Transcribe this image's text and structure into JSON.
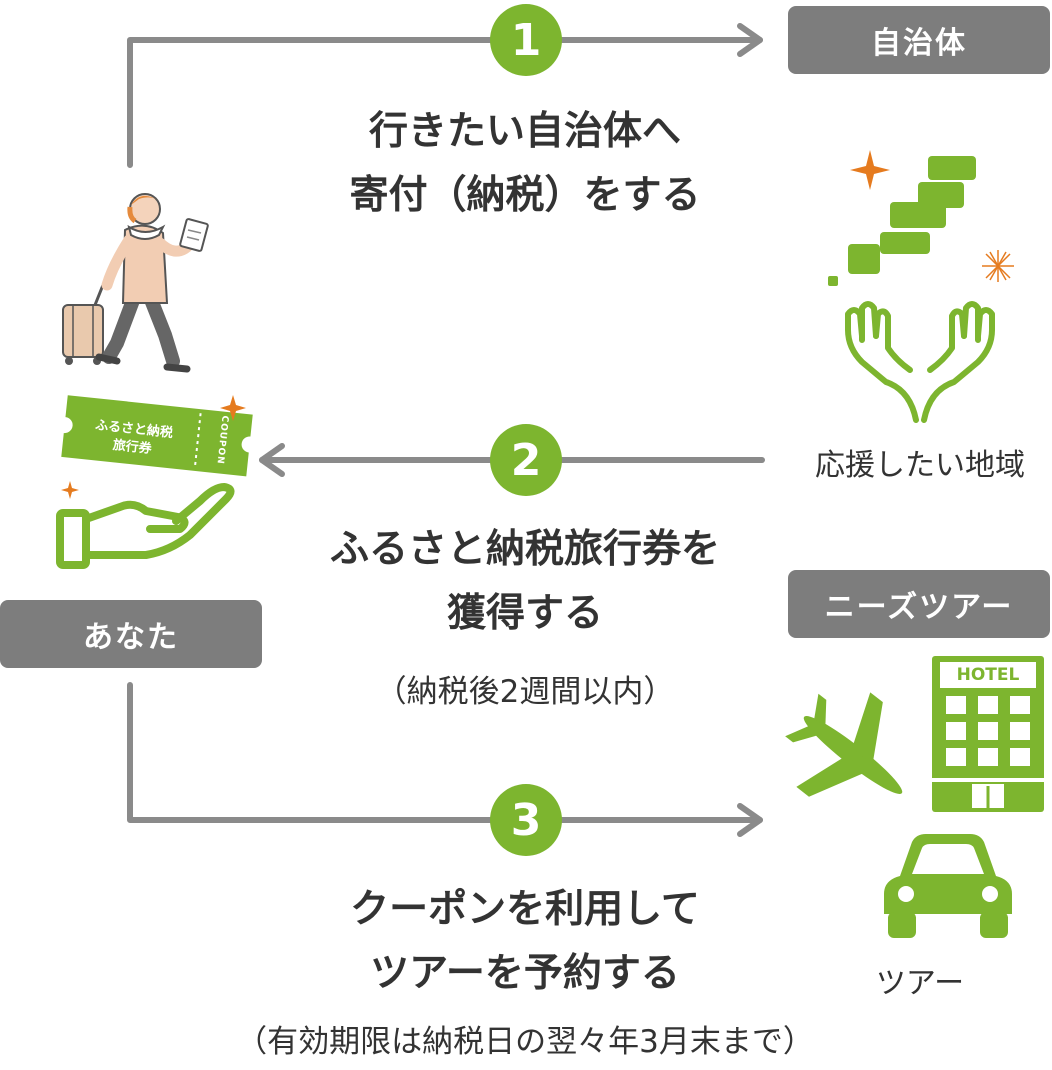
{
  "colors": {
    "accent_green": "#7db52f",
    "label_gray": "#7d7d7d",
    "arrow_gray": "#8a8a8a",
    "sparkle_orange": "#e57b1f",
    "text": "#333333"
  },
  "labels": {
    "municipality": "自治体",
    "you": "あなた",
    "needs_tour": "ニーズツアー"
  },
  "steps": [
    {
      "number": "1",
      "line1": "行きたい自治体へ",
      "line2": "寄付（納税）をする",
      "note": ""
    },
    {
      "number": "2",
      "line1": "ふるさと納税旅行券を",
      "line2": "獲得する",
      "note": "（納税後2週間以内）"
    },
    {
      "number": "3",
      "line1": "クーポンを利用して",
      "line2": "ツアーを予約する",
      "note": "（有効期限は納税日の翌々年3月末まで）"
    }
  ],
  "captions": {
    "region": "応援したい地域",
    "tour": "ツアー"
  },
  "coupon": {
    "line1": "ふるさと納税",
    "line2": "旅行券",
    "stub": "COUPON"
  },
  "hotel": {
    "sign": "HOTEL"
  },
  "icons": [
    "traveler-illustration",
    "coupon-hand-icon",
    "japan-map-icon",
    "sparkle-icon",
    "open-hands-icon",
    "airplane-icon",
    "hotel-icon",
    "car-icon"
  ]
}
